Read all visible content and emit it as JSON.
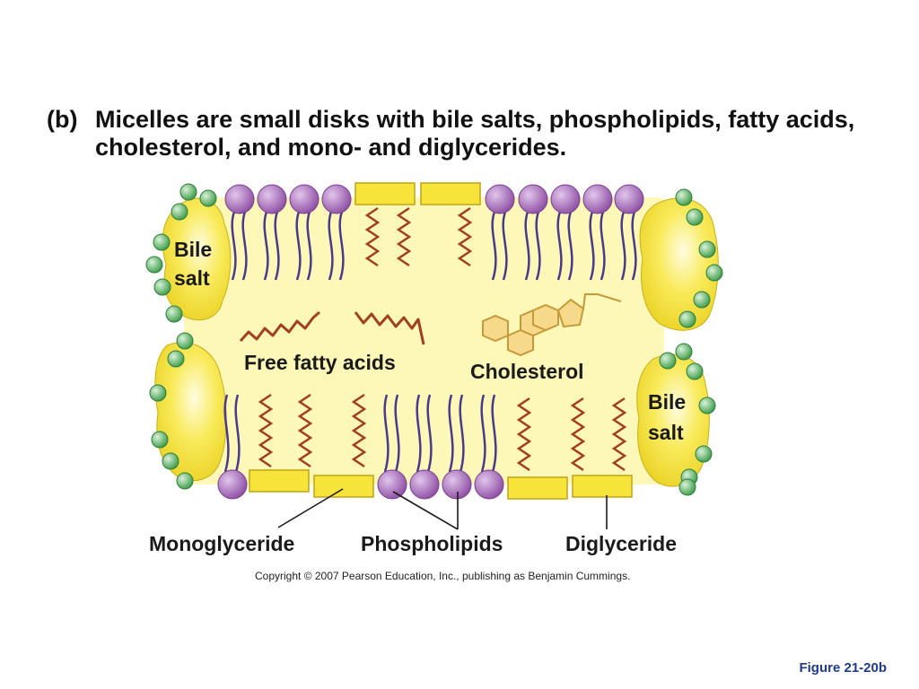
{
  "header": {
    "letter": "(b)",
    "title": "Micelles are small disks with bile salts, phospholipids, fatty acids, cholesterol, and mono- and diglycerides."
  },
  "diagram": {
    "labels": {
      "bile_salt_left_line1": "Bile",
      "bile_salt_left_line2": "salt",
      "bile_salt_right_line1": "Bile",
      "bile_salt_right_line2": "salt",
      "free_fatty_acids": "Free fatty acids",
      "cholesterol": "Cholesterol",
      "monoglyceride": "Monoglyceride",
      "phospholipids": "Phospholipids",
      "diglyceride": "Diglyceride"
    },
    "colors": {
      "micelle_core": "#fdf7b8",
      "bile_salt": "#f7e43a",
      "phospholipid_head": "#a466b8",
      "glyceride_head": "#f7e43a",
      "fatty_acid_chain": "#a0401c",
      "phospholipid_tail": "#4a3a8c",
      "bile_salt_bead": "#5fb86a",
      "cholesterol": "#f6d98a"
    }
  },
  "footer": {
    "copyright": "Copyright © 2007 Pearson Education, Inc., publishing as Benjamin Cummings.",
    "figure": "Figure 21-20b"
  }
}
